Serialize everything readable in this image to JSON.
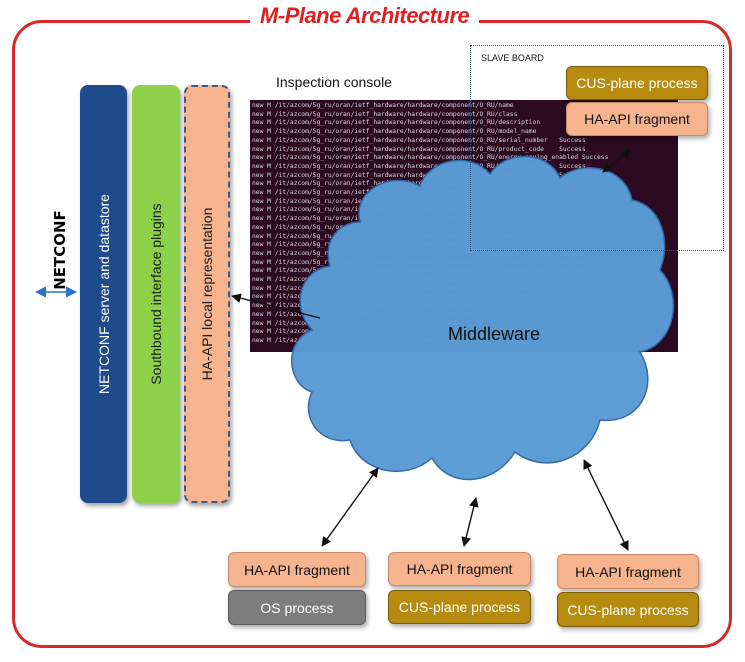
{
  "title": "M-Plane Architecture",
  "netconf_label": "NETCONF",
  "bars": {
    "netconf": "NETCONF server and datastore",
    "southbound": "Southbound interface plugins",
    "haapi": "HA-API local representation"
  },
  "console": {
    "title": "Inspection console",
    "lines": [
      "new M /it/azcom/5g_ru/oran/ietf_hardware/hardware/component/O_RU/name",
      "new M /it/azcom/5g_ru/oran/ietf_hardware/hardware/component/O_RU/class",
      "new M /it/azcom/5g_ru/oran/ietf_hardware/hardware/component/O_RU/description",
      "new M /it/azcom/5g_ru/oran/ietf_hardware/hardware/component/O_RU/model_name",
      "new M /it/azcom/5g_ru/oran/ietf_hardware/hardware/component/O_RU/serial_number   Success",
      "new M /it/azcom/5g_ru/oran/ietf_hardware/hardware/component/O_RU/product_code    Success",
      "new M /it/azcom/5g_ru/oran/ietf_hardware/hardware/component/O_RU/energy_saving_enabled Success",
      "new M /it/azcom/5g_ru/oran/ietf_hardware/hardware/component/O_RU/admin_name      Success",
      "new M /it/azcom/5g_ru/oran/ietf_hardware/hardware/component/O_RU/admin_state     Success",
      "new M /it/azcom/5g_ru/oran/ietf_hardware/hardware/component/O_RU/oper_state      Success",
      "new M /it/azcom/5g_ru/oran/ietf_hardware/hardware/component/O_RU/usage_state     Success",
      "new M /it/azcom/5g_ru/oran/ietf_hardware/hardware/component/O_RU/alarm_state     Success",
      "new M /it/azcom/5g_ru/oran/ietf_hardware/hardware/component/O_RU/standby_state   Success",
      "new M /it/azcom/5g_ru/oran/ietf_hardware/hardware/component/O_RU/availability    Success",
      "new M /it/azcom/5g_ru/oran/ietf_hardware/hardware/component/O_RU/state           Success",
      "new M /it/azcom/5g_ru/oran/ietf_hardware/hardware/component/O_RU/label           Success",
      "new M /it/azcom/5g_ru/oran/ietf_hardware/hardware/component/O_RU/parent          Success",
      "new M /it/azcom/5g_ru/oran/ietf_hardware/hardware/component/O_RU/parent_rel_pos  Success",
      "new M /it/azcom/5g_ru/oran/ietf_hardware/hardware/component/O_RU/hardware_rev    Success",
      "new M /it/azcom/5g_ru/oran/ietf_hardware/hardware/component/O_RU/firmware_rev    Success",
      "new M /it/azcom/5g_ru/oran/ietf_hardware/hardware/component/O_RU/software_rev    Success",
      "new M /it/azcom/5g_ru/oran/ietf_hardware/hardware/component/O_RU/mfg_name        Success",
      "new M /it/azcom/5g_ru/oran/ietf_hardware/hardware/component/O_RU/mfg_date        Success",
      "new M /it/azcom/5g_ru/oran/ietf_hardware/hardware/component/O_RU/uri             Success",
      "new M /it/azcom/5g_ru/oran/ietf_hardware/hardware/component/O_RU/uuid            Success",
      "new M /it/azcom/5g_ru/oran/ietf_hardware/hardware/component/O_RU/is_fru          Success",
      "new M /it/azcom/5g_ru/oran/ietf_hardware/hardware/component/O_RU/asset_id        Success",
      "new M /it/azcom/5g_ru/oran/ietf_hardware/hardware/component/O_RU/alias           Success"
    ]
  },
  "middleware": "Middleware",
  "slave_board": {
    "label": "SLAVE BOARD",
    "cus": "CUS-plane process",
    "ha": "HA-API fragment"
  },
  "bottom": {
    "left": {
      "ha": "HA-API fragment",
      "proc": "OS process"
    },
    "center": {
      "ha": "HA-API fragment",
      "proc": "CUS-plane process"
    },
    "right": {
      "ha": "HA-API fragment",
      "proc": "CUS-plane process"
    }
  },
  "colors": {
    "frame": "#d62a2a",
    "title": "#e02020",
    "netconf_bar": "#1f4a8c",
    "southbound_bar": "#8dd14b",
    "ha_api": "#f6b48e",
    "cus_plane": "#b78b10",
    "os_process": "#7d7d7d",
    "cloud": "#5b9bd5",
    "console_bg": "#2b0a22"
  }
}
